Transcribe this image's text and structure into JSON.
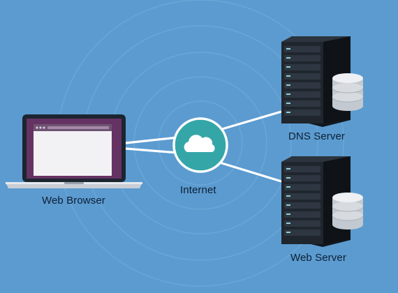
{
  "background_color": "#5b9bd0",
  "nodes": {
    "browser": {
      "label": "Web Browser",
      "icon": "laptop-icon"
    },
    "internet": {
      "label": "Internet",
      "icon": "cloud-icon"
    },
    "dns": {
      "label": "DNS Server",
      "icon": "server-rack-icon"
    },
    "web": {
      "label": "Web Server",
      "icon": "server-rack-icon"
    }
  },
  "colors": {
    "connection_line": "#ffffff",
    "cloud_circle": "#34a6a8",
    "laptop_screen_frame": "#5d2e5e",
    "server_body": "#1b2128",
    "database": "#d7dbe0"
  }
}
